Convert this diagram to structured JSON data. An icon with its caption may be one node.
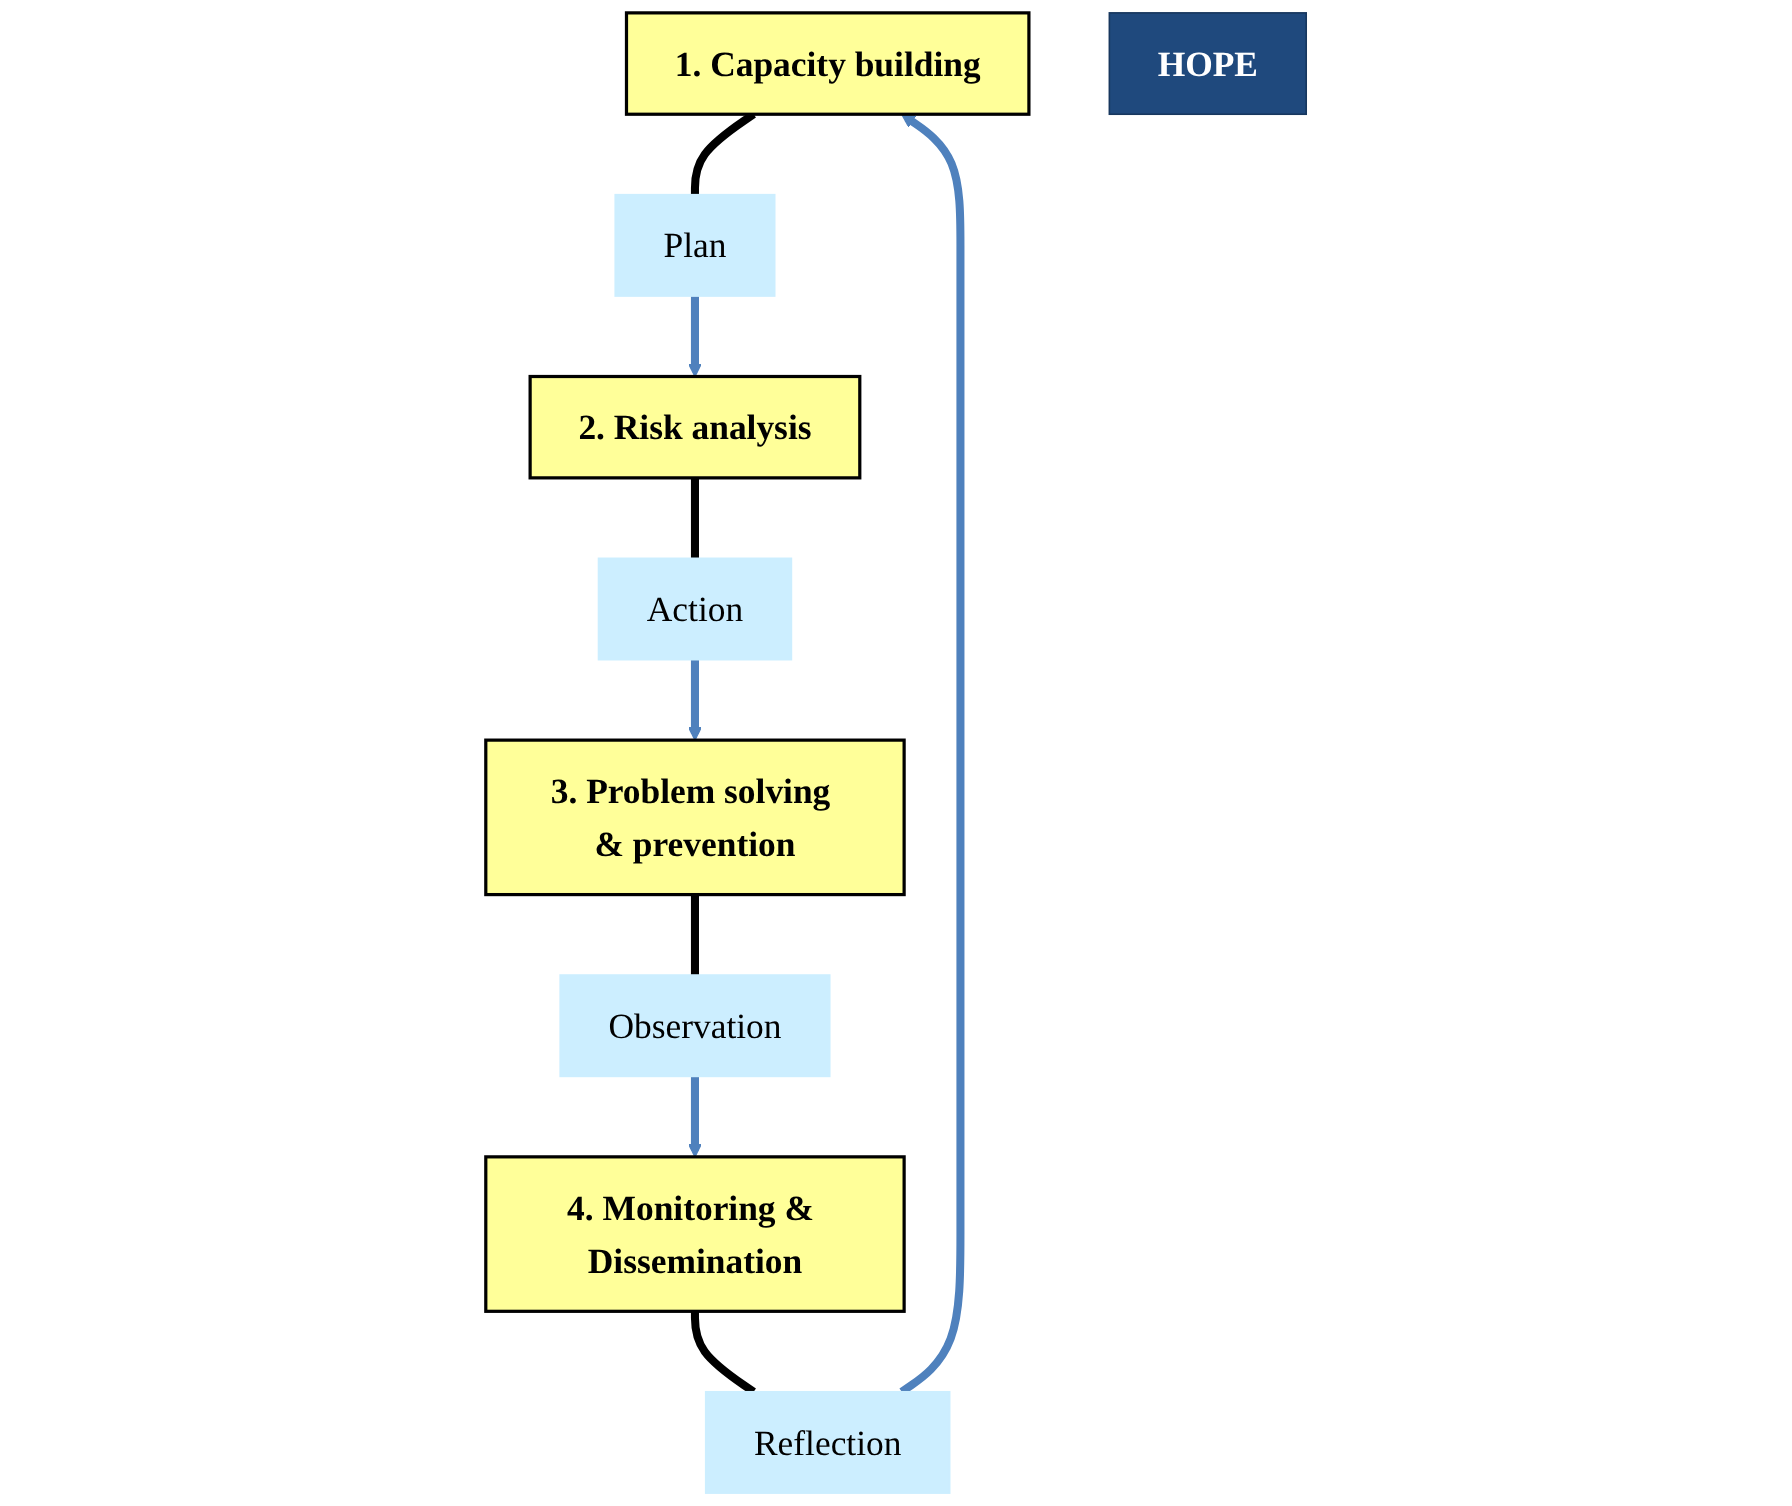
{
  "diagram": {
    "nodes": [
      {
        "text": [
          "1. Capacity building"
        ]
      },
      {
        "text": [
          "Plan"
        ]
      },
      {
        "text": [
          "2. Risk analysis"
        ]
      },
      {
        "text": [
          "Action"
        ]
      },
      {
        "text": [
          "3. Problem solving & prevention"
        ]
      },
      {
        "text": [
          "Observation"
        ]
      },
      {
        "text": [
          "4. Monitoring & Dissemination"
        ]
      },
      {
        "text": [
          "Reflection"
        ]
      },
      {
        "text": [
          "HOPE"
        ]
      }
    ],
    "edges": [
      {
        "from": 0,
        "to": 1,
        "arrow": "none",
        "color": "#000000"
      },
      {
        "from": 1,
        "to": 2,
        "arrow": "to",
        "color": "#4f81bd"
      },
      {
        "from": 2,
        "to": 3,
        "arrow": "none",
        "color": "#000000"
      },
      {
        "from": 3,
        "to": 4,
        "arrow": "to",
        "color": "#4f81bd"
      },
      {
        "from": 4,
        "to": 5,
        "arrow": "none",
        "color": "#000000"
      },
      {
        "from": 5,
        "to": 6,
        "arrow": "to",
        "color": "#4f81bd"
      },
      {
        "from": 6,
        "to": 7,
        "arrow": "none",
        "color": "#000000"
      },
      {
        "from": 7,
        "to": 0,
        "arrow": "to",
        "color": "#4f81bd"
      }
    ]
  }
}
